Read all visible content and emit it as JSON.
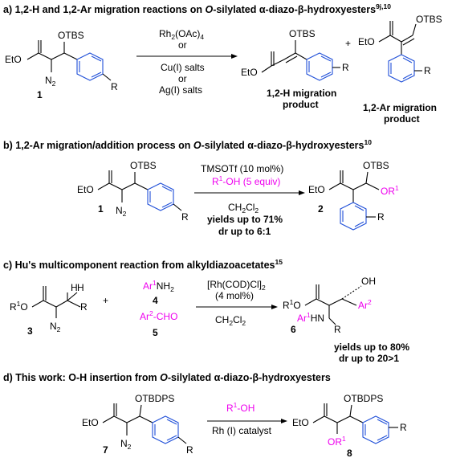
{
  "sections": {
    "a": {
      "prefix": "a) 1,2-H and 1,2-Ar migration reactions on ",
      "o_letter": "O",
      "middle": "-silylated ",
      "greek": "α-diazo-β-hydroxyesters",
      "refs": "9j,10"
    },
    "b": {
      "prefix": "b) 1,2-Ar migration/addition process on ",
      "o_letter": "O",
      "middle": "-silylated ",
      "greek": "α-diazo-β-hydroxyesters",
      "refs": "10"
    },
    "c": {
      "text": "c) Hu's multicomponent reaction from alkyldiazoacetates",
      "refs": "15"
    },
    "d": {
      "prefix": "d) This work: O-H insertion from ",
      "o_letter": "O",
      "middle": "-silylated ",
      "greek": "α-diazo-β-hydroxyesters"
    }
  },
  "labels": {
    "otbs": "OTBS",
    "otbdps": "OTBDPS",
    "eto": "EtO",
    "n2": "N",
    "n2_sub": "2",
    "r": "R",
    "or1": "OR",
    "r1o": "R",
    "sup1": "1",
    "oh": "OH",
    "ar": "Ar",
    "sup2": "2",
    "hn": "HN",
    "h": "H",
    "plus": "+"
  },
  "compounds": {
    "c1": "1",
    "c2": "2",
    "c3": "3",
    "c4": "4",
    "c5": "5",
    "c6": "6",
    "c7": "7",
    "c8": "8"
  },
  "conditions": {
    "a": {
      "rh": "Rh",
      "rh_rest": "(OAc)",
      "or": "or",
      "cu": "Cu(I) salts",
      "ag": "Ag(I) salts",
      "sub2": "2",
      "sub4": "4"
    },
    "b": {
      "tmsotf": "TMSOTf (10 mol%)",
      "r1oh": "-OH (5 equiv)",
      "solvent": "CH",
      "solvent_rest": "Cl",
      "yields": "yields up to 71%",
      "dr": "dr up to 6:1"
    },
    "c": {
      "cat": "[Rh(COD)Cl]",
      "load": "(4 mol%)",
      "solvent": "CH",
      "solvent_rest": "Cl",
      "nh": "NH",
      "cho": "-CHO",
      "yields": "yields up to 80%",
      "dr": "dr up to 20>1"
    },
    "d": {
      "r1oh": "-OH",
      "cat": "Rh (I) catalyst"
    }
  },
  "products": {
    "h_mig_1": "1,2-H migration",
    "h_mig_2": "product",
    "ar_mig_1": "1,2-Ar migration",
    "ar_mig_2": "product"
  },
  "colors": {
    "magenta": "#ee00ee",
    "ring_blue": "#1f4fd8",
    "text": "#000000"
  }
}
